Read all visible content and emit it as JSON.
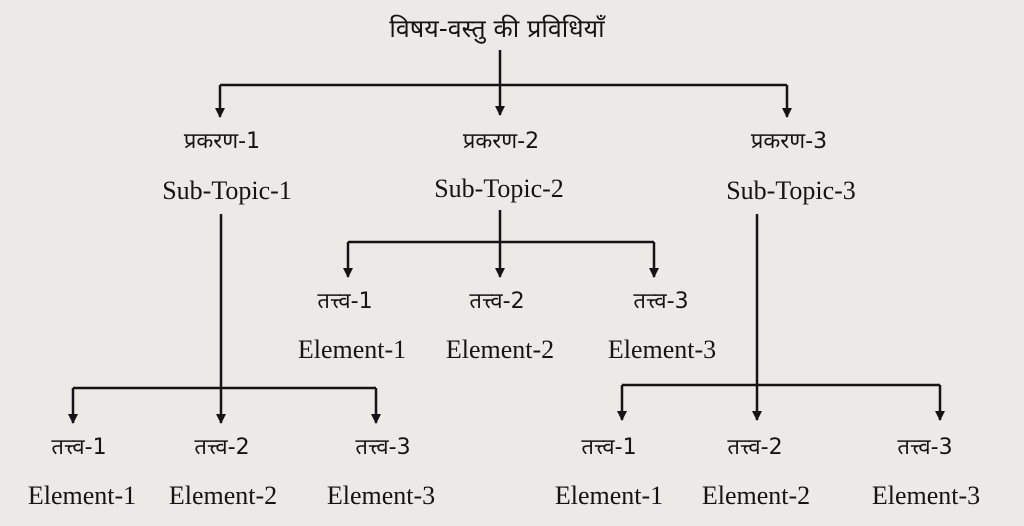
{
  "diagram": {
    "root": "विषय-वस्तु की प्रविधियाँ",
    "subtopics": [
      {
        "hindi": "प्रकरण-1",
        "english": "Sub-Topic-1"
      },
      {
        "hindi": "प्रकरण-2",
        "english": "Sub-Topic-2"
      },
      {
        "hindi": "प्रकरण-3",
        "english": "Sub-Topic-3"
      }
    ],
    "element_groups": [
      {
        "parent": "Sub-Topic-2",
        "elements": [
          {
            "hindi": "तत्त्व-1",
            "english": "Element-1"
          },
          {
            "hindi": "तत्त्व-2",
            "english": "Element-2"
          },
          {
            "hindi": "तत्त्व-3",
            "english": "Element-3"
          }
        ]
      },
      {
        "parent": "Sub-Topic-1",
        "elements": [
          {
            "hindi": "तत्त्व-1",
            "english": "Element-1"
          },
          {
            "hindi": "तत्त्व-2",
            "english": "Element-2"
          },
          {
            "hindi": "तत्त्व-3",
            "english": "Element-3"
          }
        ]
      },
      {
        "parent": "Sub-Topic-3",
        "elements": [
          {
            "hindi": "तत्त्व-1",
            "english": "Element-1"
          },
          {
            "hindi": "तत्त्व-2",
            "english": "Element-2"
          },
          {
            "hindi": "तत्त्व-3",
            "english": "Element-3"
          }
        ]
      }
    ],
    "colors": {
      "background": "#ebeae6",
      "ink": "#141414"
    }
  }
}
